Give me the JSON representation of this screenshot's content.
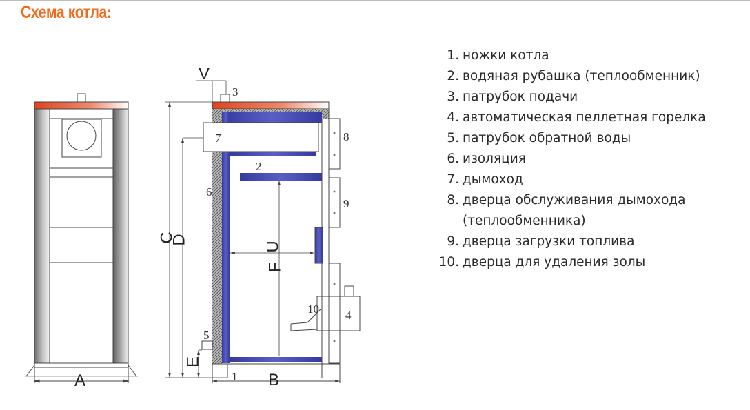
{
  "title": "Схема котла:",
  "legend": [
    {
      "num": "1.",
      "text": "ножки котла"
    },
    {
      "num": "2.",
      "text": "водяная рубашка (теплообменник)"
    },
    {
      "num": "3.",
      "text": "патрубок подачи"
    },
    {
      "num": "4.",
      "text": "автоматическая пеллетная горелка"
    },
    {
      "num": "5.",
      "text": "патрубок обратной воды"
    },
    {
      "num": "6.",
      "text": "изоляция"
    },
    {
      "num": "7.",
      "text": "дымоход"
    },
    {
      "num": "8.",
      "text": "дверца обслуживания дымохода"
    },
    {
      "num": "",
      "text": "(теплообменника)"
    },
    {
      "num": "9.",
      "text": "дверца загрузки топлива"
    },
    {
      "num": "10.",
      "text": "дверца для удаления золы"
    }
  ],
  "diagram": {
    "dims": {
      "A": "A",
      "B": "B",
      "C": "C",
      "D": "D",
      "E": "E",
      "F": "F",
      "U": "U",
      "V": "V"
    },
    "parts": {
      "p1": "1",
      "p2": "2",
      "p3": "3",
      "p4": "4",
      "p5": "5",
      "p6": "6",
      "p7": "7",
      "p8": "8",
      "p9": "9",
      "p10": "10"
    },
    "colors": {
      "accent": "#f26b1d",
      "water_jacket": "#3b3fa8",
      "top": "#e0441c"
    }
  }
}
